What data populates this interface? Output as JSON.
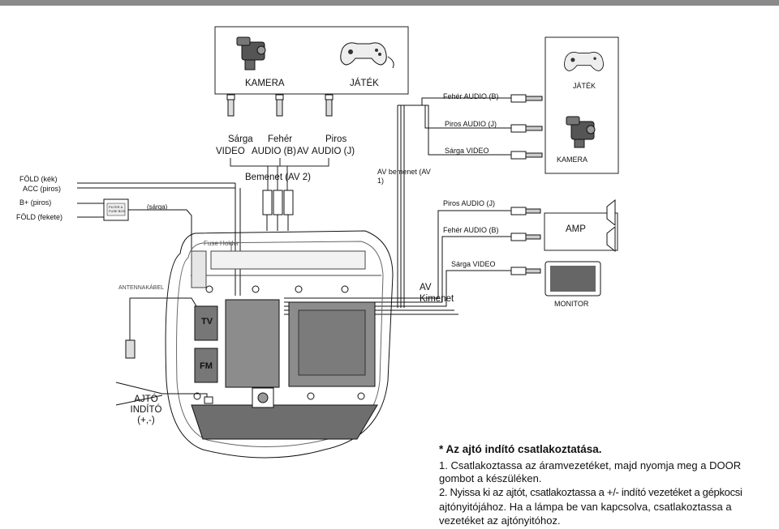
{
  "top_group": {
    "camera_label": "KAMERA",
    "game_label": "JÁTÉK"
  },
  "av2_inputs": {
    "col1": [
      "Sárga",
      "VIDEO"
    ],
    "col2": [
      "Fehér",
      "AUDIO (B)"
    ],
    "col3": [
      "Piros",
      "AUDIO (J)"
    ],
    "av_tag": "AV",
    "header": "Bemenet (AV 2)"
  },
  "av1": {
    "label": "AV bemenet (AV 1)"
  },
  "right_inputs": {
    "white_audio": "Fehér AUDIO (B)",
    "red_audio": "Piros AUDIO (J)",
    "yellow_video": "Sárga VIDEO",
    "game": "JÁTÉK",
    "camera": "KAMERA"
  },
  "outputs": {
    "red_audio": "Piros AUDIO (J)",
    "white_audio": "Fehér AUDIO (B)",
    "amp": "AMP",
    "yellow_video": "Sárga VIDEO",
    "monitor": "MONITOR",
    "av_out": [
      "AV",
      "Kimenet"
    ]
  },
  "power": {
    "ground_blue": "FÖLD (kék)",
    "acc_red": "ACC (piros)",
    "bplus_red": "B+ (piros)",
    "ground_black": "FÖLD (fekete)",
    "yellow": "(sárga)",
    "fusebox": [
      "FILTER &",
      "FUSE BOX"
    ],
    "fuse_holder": "Fuse Holder"
  },
  "unit": {
    "antenna": "ANTENNAKÁBEL",
    "tv": "TV",
    "fm": "FM",
    "door": [
      "AJTÓ",
      "INDÍTÓ",
      "(+,-)"
    ]
  },
  "note": {
    "title": "* Az ajtó indító csatlakoztatása.",
    "lines": [
      "1. Csatlakoztassa az áramvezetéket, majd nyomja meg a DOOR",
      "gombot a készüléken.",
      "2. Nyissa ki az ajtót, csatlakoztassa a +/- indító vezetéket a gépkocsi",
      "ajtónyitójához. Ha a lámpa be van kapcsolva, csatlakoztassa a",
      "vezetéket az ajtónyitóhoz."
    ]
  }
}
